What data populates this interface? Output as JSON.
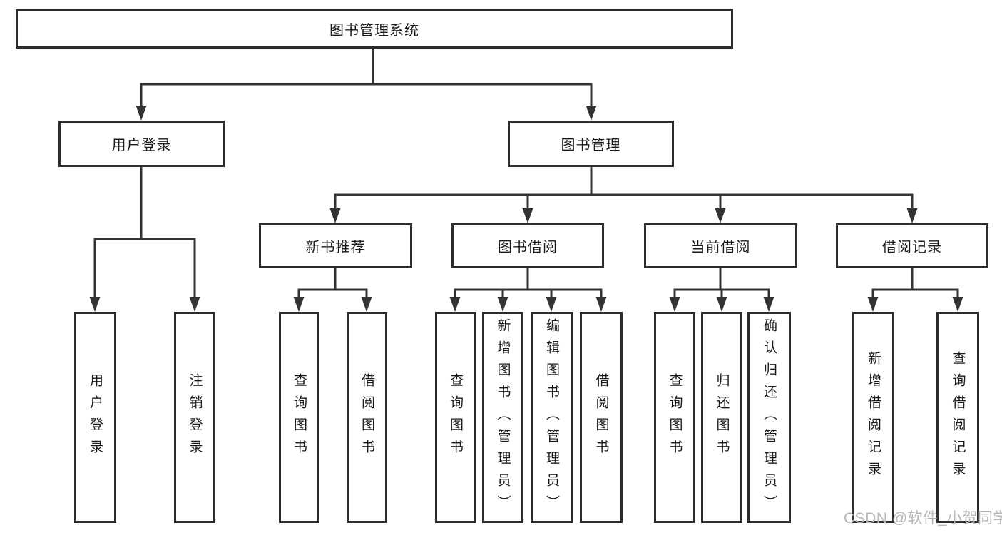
{
  "tree": {
    "label": "图书管理系统",
    "children": [
      {
        "label": "用户登录",
        "children": [
          {
            "label": "用户登录"
          },
          {
            "label": "注销登录"
          }
        ]
      },
      {
        "label": "图书管理",
        "children": [
          {
            "label": "新书推荐",
            "children": [
              {
                "label": "查询图书"
              },
              {
                "label": "借阅图书"
              }
            ]
          },
          {
            "label": "图书借阅",
            "children": [
              {
                "label": "查询图书"
              },
              {
                "label": "新增图书（管理员）"
              },
              {
                "label": "编辑图书（管理员）"
              },
              {
                "label": "借阅图书"
              }
            ]
          },
          {
            "label": "当前借阅",
            "children": [
              {
                "label": "查询图书"
              },
              {
                "label": "归还图书"
              },
              {
                "label": "确认归还（管理员）"
              }
            ]
          },
          {
            "label": "借阅记录",
            "children": [
              {
                "label": "新增借阅记录"
              },
              {
                "label": "查询借阅记录"
              }
            ]
          }
        ]
      }
    ]
  },
  "watermark": {
    "text": "CSDN @软件_小贺同学"
  },
  "colors": {
    "line": "#333333",
    "box_border": "#2d2d2d",
    "text": "#1a1a1a",
    "watermark": "#b5b5b8",
    "background": "#ffffff"
  }
}
